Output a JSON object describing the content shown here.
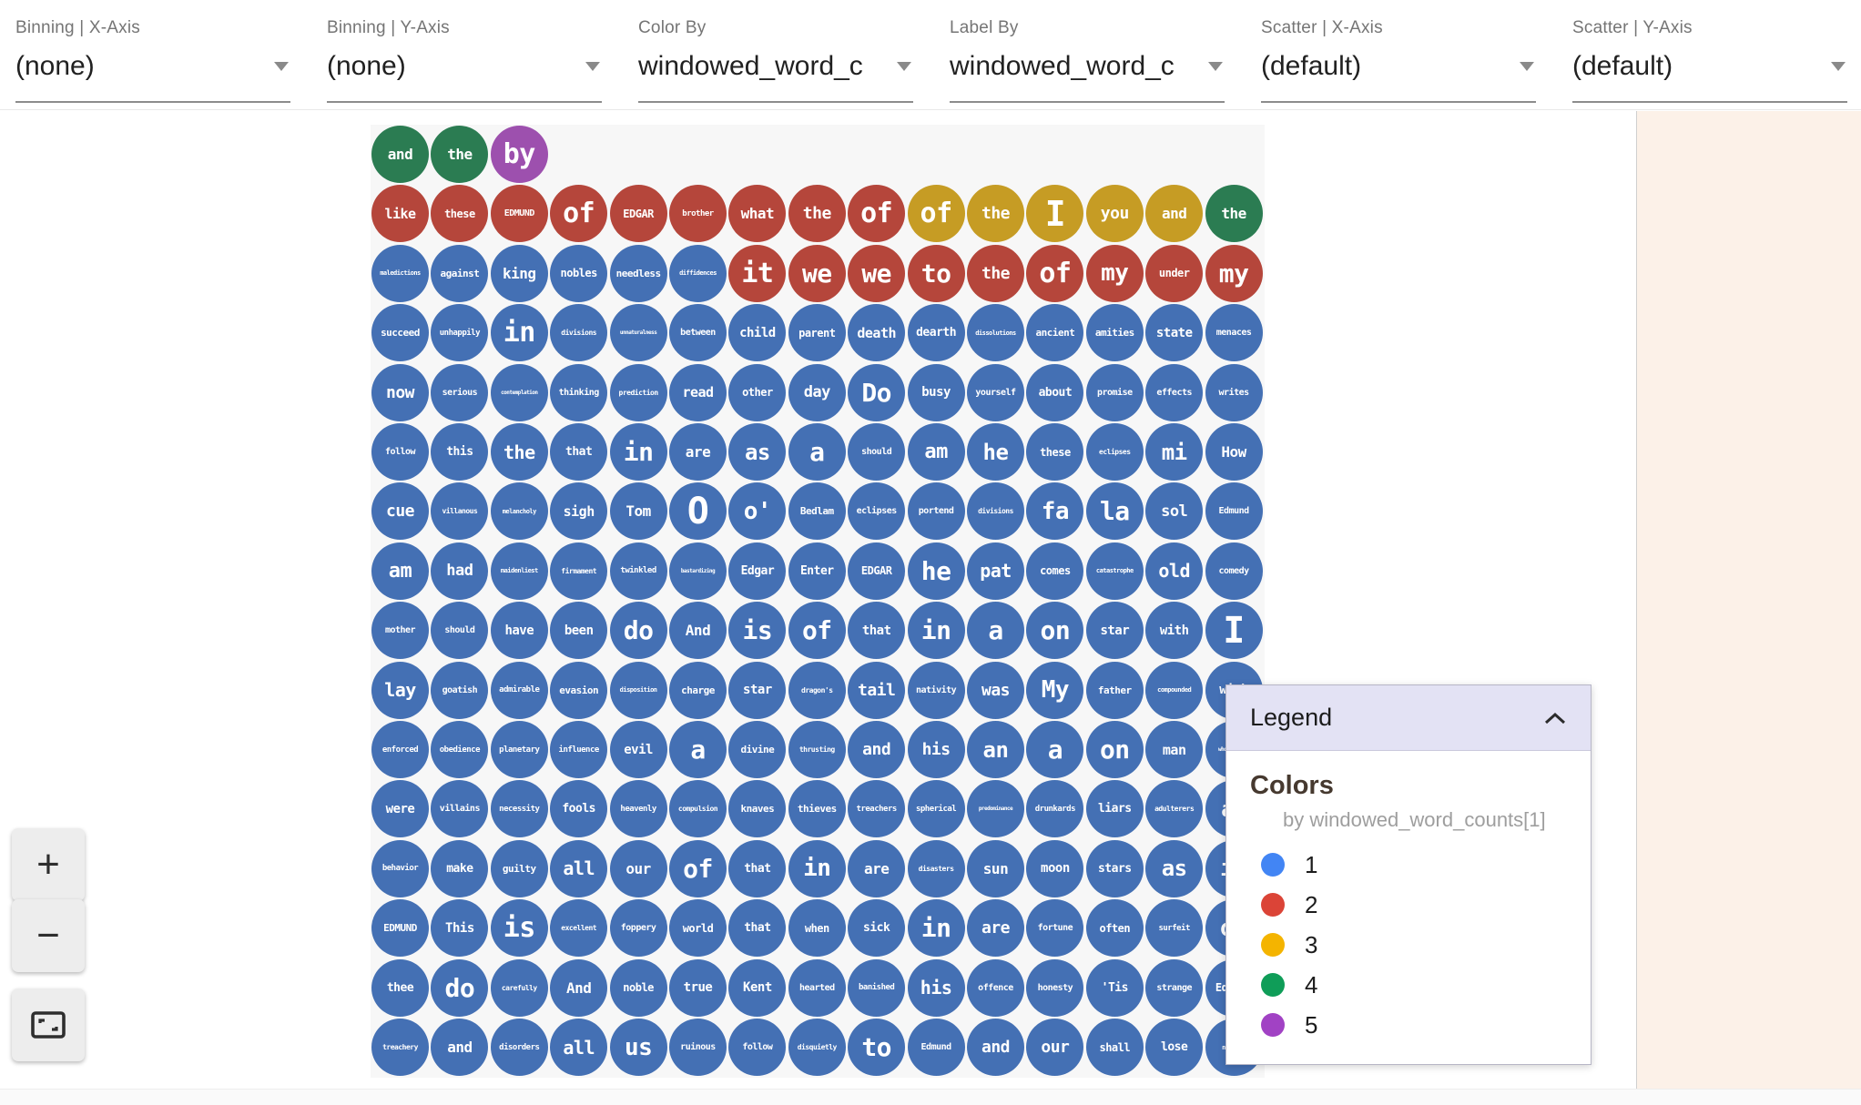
{
  "toolbar": {
    "dropdowns": [
      {
        "label": "Binning | X-Axis",
        "value": "(none)"
      },
      {
        "label": "Binning | Y-Axis",
        "value": "(none)"
      },
      {
        "label": "Color By",
        "value": "windowed_word_c"
      },
      {
        "label": "Label By",
        "value": "windowed_word_c"
      },
      {
        "label": "Scatter | X-Axis",
        "value": "(default)"
      },
      {
        "label": "Scatter | Y-Axis",
        "value": "(default)"
      }
    ]
  },
  "zoom_controls": {
    "zoom_in_label": "+",
    "zoom_out_label": "−",
    "fit_icon": "fit-to-screen-icon"
  },
  "legend": {
    "title": "Legend",
    "collapse_icon": "chevron-up-icon",
    "section_title": "Colors",
    "subtitle": "by windowed_word_counts[1]",
    "items": [
      {
        "value": "1",
        "color": "#4285f4"
      },
      {
        "value": "2",
        "color": "#db4437"
      },
      {
        "value": "3",
        "color": "#f4b400"
      },
      {
        "value": "4",
        "color": "#0f9d58"
      },
      {
        "value": "5",
        "color": "#a142c4"
      }
    ]
  },
  "colors": {
    "bubble": {
      "1": "#4470b4",
      "2": "#b5463b",
      "3": "#c69c24",
      "4": "#2b7c52",
      "5": "#9d50ae"
    },
    "plot_background": "#f7f7f7",
    "right_panel_background": "#fcf1e8",
    "legend_header_background": "#e3e2f4"
  },
  "chart_data": {
    "type": "scatter",
    "title": "",
    "color_by": "windowed_word_counts[1]",
    "legend_position": "bottom-right",
    "columns": 15,
    "cell_format": [
      "word",
      "color_class_1to5",
      "font_px"
    ],
    "rows": [
      [
        [
          "and",
          4,
          16
        ],
        [
          "the",
          4,
          16
        ],
        [
          "by",
          5,
          30
        ]
      ],
      [
        [
          "like",
          2,
          15
        ],
        [
          "these",
          2,
          12
        ],
        [
          "EDMUND",
          2,
          10
        ],
        [
          "of",
          2,
          30
        ],
        [
          "EDGAR",
          2,
          12
        ],
        [
          "brother",
          2,
          9
        ],
        [
          "what",
          2,
          16
        ],
        [
          "the",
          2,
          18
        ],
        [
          "of",
          2,
          30
        ],
        [
          "of",
          3,
          30
        ],
        [
          "the",
          3,
          18
        ],
        [
          "I",
          3,
          38
        ],
        [
          "you",
          3,
          18
        ],
        [
          "and",
          3,
          16
        ],
        [
          "the",
          4,
          16
        ]
      ],
      [
        [
          "maledictions",
          1,
          7
        ],
        [
          "against",
          1,
          11
        ],
        [
          "king",
          1,
          16
        ],
        [
          "nobles",
          1,
          12
        ],
        [
          "needless",
          1,
          11
        ],
        [
          "diffidences",
          1,
          7
        ],
        [
          "it",
          2,
          30
        ],
        [
          "we",
          2,
          28
        ],
        [
          "we",
          2,
          28
        ],
        [
          "to",
          2,
          28
        ],
        [
          "the",
          2,
          18
        ],
        [
          "of",
          2,
          30
        ],
        [
          "my",
          2,
          26
        ],
        [
          "under",
          2,
          12
        ],
        [
          "my",
          2,
          28
        ]
      ],
      [
        [
          "succeed",
          1,
          11
        ],
        [
          "unhappily",
          1,
          9
        ],
        [
          "in",
          1,
          30
        ],
        [
          "divisions",
          1,
          8
        ],
        [
          "unnaturalness",
          1,
          6
        ],
        [
          "between",
          1,
          10
        ],
        [
          "child",
          1,
          14
        ],
        [
          "parent",
          1,
          12
        ],
        [
          "death",
          1,
          15
        ],
        [
          "dearth",
          1,
          13
        ],
        [
          "dissolutions",
          1,
          7
        ],
        [
          "ancient",
          1,
          11
        ],
        [
          "amities",
          1,
          11
        ],
        [
          "state",
          1,
          14
        ],
        [
          "menaces",
          1,
          10
        ]
      ],
      [
        [
          "now",
          1,
          18
        ],
        [
          "serious",
          1,
          10
        ],
        [
          "contemplation",
          1,
          6
        ],
        [
          "thinking",
          1,
          10
        ],
        [
          "prediction",
          1,
          8
        ],
        [
          "read",
          1,
          15
        ],
        [
          "other",
          1,
          12
        ],
        [
          "day",
          1,
          17
        ],
        [
          "Do",
          1,
          28
        ],
        [
          "busy",
          1,
          14
        ],
        [
          "yourself",
          1,
          10
        ],
        [
          "about",
          1,
          13
        ],
        [
          "promise",
          1,
          10
        ],
        [
          "effects",
          1,
          10
        ],
        [
          "writes",
          1,
          10
        ]
      ],
      [
        [
          "follow",
          1,
          10
        ],
        [
          "this",
          1,
          13
        ],
        [
          "the",
          1,
          20
        ],
        [
          "that",
          1,
          13
        ],
        [
          "in",
          1,
          28
        ],
        [
          "are",
          1,
          16
        ],
        [
          "as",
          1,
          24
        ],
        [
          "a",
          1,
          28
        ],
        [
          "should",
          1,
          10
        ],
        [
          "am",
          1,
          22
        ],
        [
          "he",
          1,
          24
        ],
        [
          "these",
          1,
          12
        ],
        [
          "eclipses",
          1,
          8
        ],
        [
          "mi",
          1,
          24
        ],
        [
          "How",
          1,
          16
        ]
      ],
      [
        [
          "cue",
          1,
          18
        ],
        [
          "villanous",
          1,
          8
        ],
        [
          "melancholy",
          1,
          7
        ],
        [
          "sigh",
          1,
          15
        ],
        [
          "Tom",
          1,
          16
        ],
        [
          "O",
          1,
          40
        ],
        [
          "o'",
          1,
          26
        ],
        [
          "Bedlam",
          1,
          11
        ],
        [
          "eclipses",
          1,
          10
        ],
        [
          "portend",
          1,
          10
        ],
        [
          "divisions",
          1,
          8
        ],
        [
          "fa",
          1,
          26
        ],
        [
          "la",
          1,
          28
        ],
        [
          "sol",
          1,
          17
        ],
        [
          "Edmund",
          1,
          10
        ]
      ],
      [
        [
          "am",
          1,
          22
        ],
        [
          "had",
          1,
          17
        ],
        [
          "maidenliest",
          1,
          7
        ],
        [
          "firmament",
          1,
          8
        ],
        [
          "twinkled",
          1,
          9
        ],
        [
          "bastardizing",
          1,
          6
        ],
        [
          "Edgar",
          1,
          13
        ],
        [
          "Enter",
          1,
          13
        ],
        [
          "EDGAR",
          1,
          12
        ],
        [
          "he",
          1,
          28
        ],
        [
          "pat",
          1,
          20
        ],
        [
          "comes",
          1,
          12
        ],
        [
          "catastrophe",
          1,
          7
        ],
        [
          "old",
          1,
          20
        ],
        [
          "comedy",
          1,
          10
        ]
      ],
      [
        [
          "mother",
          1,
          10
        ],
        [
          "should",
          1,
          10
        ],
        [
          "have",
          1,
          14
        ],
        [
          "been",
          1,
          14
        ],
        [
          "do",
          1,
          28
        ],
        [
          "And",
          1,
          16
        ],
        [
          "is",
          1,
          28
        ],
        [
          "of",
          1,
          28
        ],
        [
          "that",
          1,
          14
        ],
        [
          "in",
          1,
          28
        ],
        [
          "a",
          1,
          28
        ],
        [
          "on",
          1,
          28
        ],
        [
          "star",
          1,
          14
        ],
        [
          "with",
          1,
          14
        ],
        [
          "I",
          1,
          40
        ]
      ],
      [
        [
          "lay",
          1,
          20
        ],
        [
          "goatish",
          1,
          10
        ],
        [
          "admirable",
          1,
          9
        ],
        [
          "evasion",
          1,
          11
        ],
        [
          "disposition",
          1,
          7
        ],
        [
          "charge",
          1,
          11
        ],
        [
          "star",
          1,
          14
        ],
        [
          "dragon's",
          1,
          8
        ],
        [
          "tail",
          1,
          18
        ],
        [
          "nativity",
          1,
          10
        ],
        [
          "was",
          1,
          18
        ],
        [
          "My",
          1,
          26
        ],
        [
          "father",
          1,
          11
        ],
        [
          "compounded",
          1,
          7
        ],
        [
          "with",
          1,
          14
        ]
      ],
      [
        [
          "enforced",
          1,
          9
        ],
        [
          "obedience",
          1,
          9
        ],
        [
          "planetary",
          1,
          9
        ],
        [
          "influence",
          1,
          9
        ],
        [
          "evil",
          1,
          14
        ],
        [
          "a",
          1,
          28
        ],
        [
          "divine",
          1,
          11
        ],
        [
          "thrusting",
          1,
          8
        ],
        [
          "and",
          1,
          18
        ],
        [
          "his",
          1,
          18
        ],
        [
          "an",
          1,
          24
        ],
        [
          "a",
          1,
          28
        ],
        [
          "on",
          1,
          28
        ],
        [
          "man",
          1,
          15
        ],
        [
          "whoremaster",
          1,
          6
        ]
      ],
      [
        [
          "were",
          1,
          14
        ],
        [
          "villains",
          1,
          10
        ],
        [
          "necessity",
          1,
          9
        ],
        [
          "fools",
          1,
          13
        ],
        [
          "heavenly",
          1,
          9
        ],
        [
          "compulsion",
          1,
          8
        ],
        [
          "knaves",
          1,
          11
        ],
        [
          "thieves",
          1,
          11
        ],
        [
          "treachers",
          1,
          9
        ],
        [
          "spherical",
          1,
          9
        ],
        [
          "predominance",
          1,
          6
        ],
        [
          "drunkards",
          1,
          9
        ],
        [
          "liars",
          1,
          13
        ],
        [
          "adulterers",
          1,
          8
        ],
        [
          "an",
          1,
          24
        ]
      ],
      [
        [
          "behavior",
          1,
          9
        ],
        [
          "make",
          1,
          13
        ],
        [
          "guilty",
          1,
          11
        ],
        [
          "all",
          1,
          20
        ],
        [
          "our",
          1,
          16
        ],
        [
          "of",
          1,
          28
        ],
        [
          "that",
          1,
          13
        ],
        [
          "in",
          1,
          26
        ],
        [
          "are",
          1,
          16
        ],
        [
          "disasters",
          1,
          8
        ],
        [
          "sun",
          1,
          16
        ],
        [
          "moon",
          1,
          14
        ],
        [
          "stars",
          1,
          13
        ],
        [
          "as",
          1,
          24
        ],
        [
          "if",
          1,
          26
        ]
      ],
      [
        [
          "EDMUND",
          1,
          11
        ],
        [
          "This",
          1,
          14
        ],
        [
          "is",
          1,
          30
        ],
        [
          "excellent",
          1,
          8
        ],
        [
          "foppery",
          1,
          10
        ],
        [
          "world",
          1,
          12
        ],
        [
          "that",
          1,
          13
        ],
        [
          "when",
          1,
          12
        ],
        [
          "sick",
          1,
          13
        ],
        [
          "in",
          1,
          28
        ],
        [
          "are",
          1,
          18
        ],
        [
          "fortune",
          1,
          10
        ],
        [
          "often",
          1,
          12
        ],
        [
          "surfeit",
          1,
          9
        ],
        [
          "of",
          1,
          26
        ]
      ],
      [
        [
          "thee",
          1,
          13
        ],
        [
          "do",
          1,
          28
        ],
        [
          "carefully",
          1,
          8
        ],
        [
          "And",
          1,
          16
        ],
        [
          "noble",
          1,
          12
        ],
        [
          "true",
          1,
          14
        ],
        [
          "Kent",
          1,
          14
        ],
        [
          "hearted",
          1,
          10
        ],
        [
          "banished",
          1,
          9
        ],
        [
          "his",
          1,
          20
        ],
        [
          "offence",
          1,
          10
        ],
        [
          "honesty",
          1,
          10
        ],
        [
          "'Tis",
          1,
          13
        ],
        [
          "strange",
          1,
          10
        ],
        [
          "Edmund",
          1,
          12
        ]
      ],
      [
        [
          "treachery",
          1,
          8
        ],
        [
          "and",
          1,
          16
        ],
        [
          "disorders",
          1,
          9
        ],
        [
          "all",
          1,
          20
        ],
        [
          "us",
          1,
          26
        ],
        [
          "ruinous",
          1,
          10
        ],
        [
          "follow",
          1,
          10
        ],
        [
          "disquietly",
          1,
          8
        ],
        [
          "to",
          1,
          28
        ],
        [
          "Edmund",
          1,
          10
        ],
        [
          "and",
          1,
          18
        ],
        [
          "our",
          1,
          18
        ],
        [
          "shall",
          1,
          12
        ],
        [
          "lose",
          1,
          13
        ],
        [
          "nothing",
          1,
          7
        ]
      ]
    ]
  }
}
